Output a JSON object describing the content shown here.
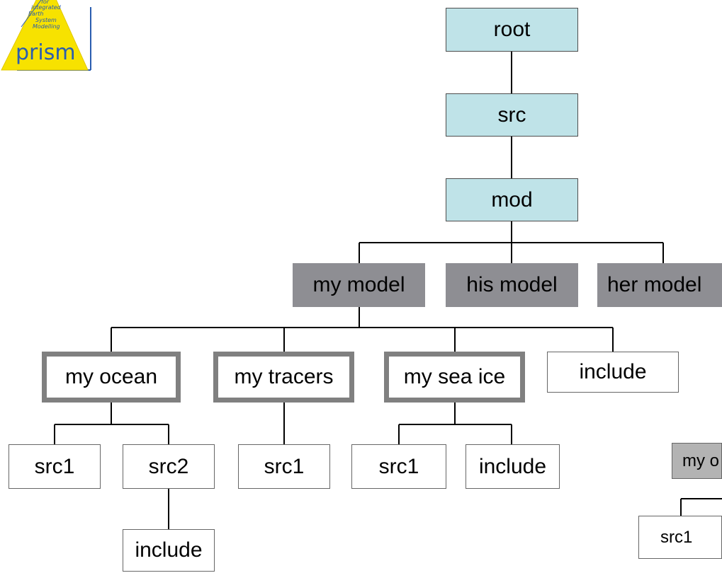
{
  "colors": {
    "top_fill": "#bfe3e8",
    "model_fill": "#8e8e93",
    "component_border": "#808080",
    "leaf_border": "#666666",
    "connector": "#000000",
    "logo_yellow": "#f7e200",
    "logo_blue": "#2a5db0"
  },
  "logo": {
    "tagline_lines": [
      "for",
      "integrated",
      "Earth",
      "System",
      "Modelling"
    ],
    "wordmark": "prism"
  },
  "tree": {
    "root": "root",
    "src": "src",
    "mod": "mod",
    "models": [
      "my model",
      "his model",
      "her model"
    ],
    "components": [
      "my ocean",
      "my tracers",
      "my sea ice",
      "include"
    ],
    "ocean_children": [
      "src1",
      "src2"
    ],
    "ocean_src2_child": "include",
    "tracers_children": [
      "src1"
    ],
    "seaice_children": [
      "src1",
      "include"
    ]
  },
  "partial_view": {
    "box_label": "my o",
    "child_label": "src1"
  }
}
